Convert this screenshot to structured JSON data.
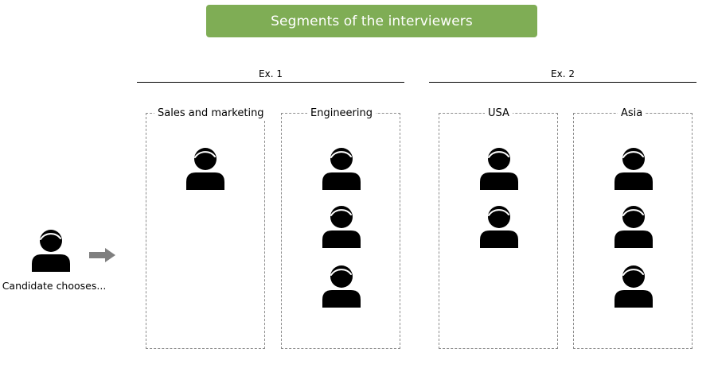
{
  "title": "Segments of the interviewers",
  "examples": [
    {
      "label": "Ex. 1"
    },
    {
      "label": "Ex. 2"
    }
  ],
  "segments": [
    {
      "label": "Sales and marketing",
      "count": 1
    },
    {
      "label": "Engineering",
      "count": 3
    },
    {
      "label": "USA",
      "count": 2
    },
    {
      "label": "Asia",
      "count": 3
    }
  ],
  "candidate": {
    "caption": "Candidate chooses..."
  },
  "colors": {
    "banner": "#7fad55",
    "arrow": "#7f7f7f",
    "person": "#000000"
  },
  "icons": {
    "person": "person-icon",
    "arrow": "arrow-right-icon"
  }
}
